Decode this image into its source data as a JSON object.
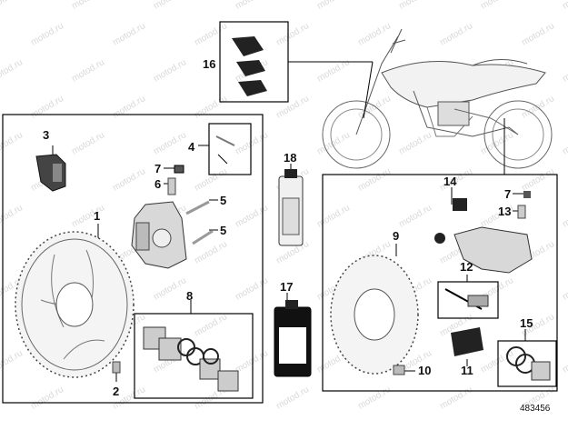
{
  "diagram_number": "483456",
  "watermark": "motod.ru",
  "callouts": [
    {
      "id": "1",
      "part": "front brake disc"
    },
    {
      "id": "2",
      "part": "disc bolt"
    },
    {
      "id": "3",
      "part": "front brake pads"
    },
    {
      "id": "4",
      "part": "pad pin kit"
    },
    {
      "id": "5",
      "part": "caliper bolt"
    },
    {
      "id": "5",
      "part": "caliper bolt"
    },
    {
      "id": "6",
      "part": "bleed screw"
    },
    {
      "id": "7",
      "part": "bleed cap"
    },
    {
      "id": "8",
      "part": "front caliper piston kit"
    },
    {
      "id": "9",
      "part": "rear brake disc"
    },
    {
      "id": "10",
      "part": "disc bolt"
    },
    {
      "id": "11",
      "part": "rear brake pads"
    },
    {
      "id": "12",
      "part": "pad pin kit"
    },
    {
      "id": "13",
      "part": "bleed screw"
    },
    {
      "id": "7",
      "part": "bleed cap"
    },
    {
      "id": "14",
      "part": "caliper boots"
    },
    {
      "id": "15",
      "part": "rear caliper piston kit"
    },
    {
      "id": "16",
      "part": "brake pads"
    },
    {
      "id": "17",
      "part": "brake fluid"
    },
    {
      "id": "18",
      "part": "brake cleaner spray"
    }
  ]
}
